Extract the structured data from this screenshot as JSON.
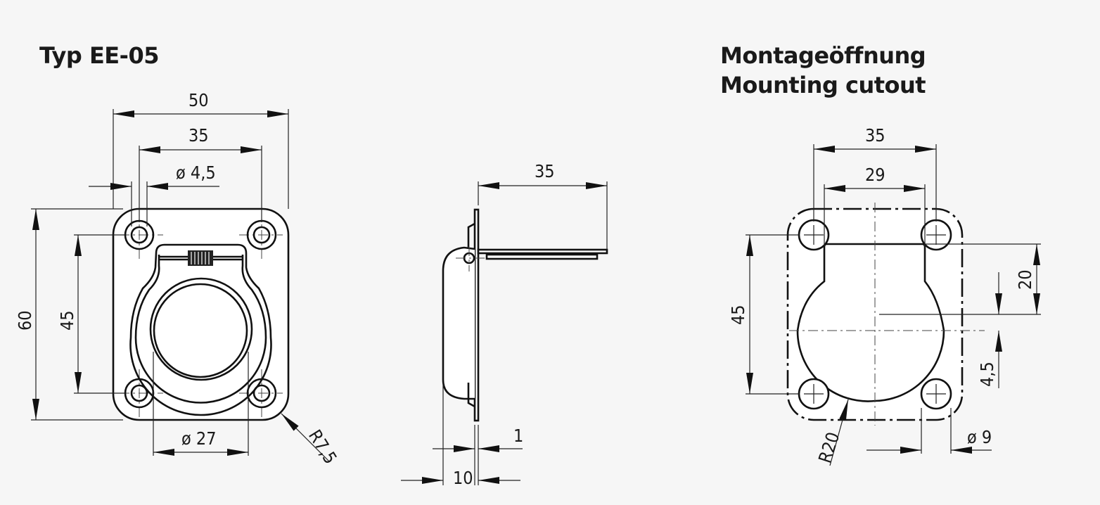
{
  "titles": {
    "left": "Typ EE-05",
    "right_de": "Montageöffnung",
    "right_en": "Mounting cutout"
  },
  "front_view": {
    "dims": {
      "width": "50",
      "hole_spacing_h": "35",
      "hole_dia": "ø 4,5",
      "height": "60",
      "hole_spacing_v": "45",
      "ring_dia": "ø 27",
      "corner_radius": "R7,5"
    }
  },
  "side_view": {
    "dims": {
      "ring_length": "35",
      "plate_thickness": "1",
      "depth": "10"
    }
  },
  "cutout_view": {
    "dims": {
      "hole_spacing_h": "35",
      "slot_width": "29",
      "hole_spacing_v": "45",
      "slot_depth": "20",
      "center_offset": "4,5",
      "radius": "R20",
      "hole_dia": "ø 9"
    }
  },
  "colors": {
    "background": "#f6f6f6",
    "part_fill": "#ffffff",
    "line": "#111111"
  }
}
